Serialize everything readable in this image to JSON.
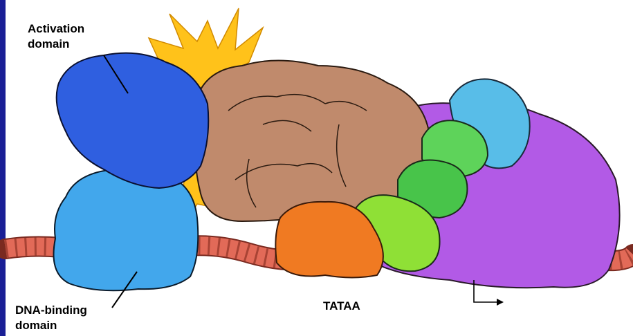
{
  "labels": {
    "activation_line1": "Activation",
    "activation_line2": "domain",
    "dna_binding_line1": "DNA-binding",
    "dna_binding_line2": "domain",
    "tataa": "TATAA"
  },
  "colors": {
    "frame": "#1a1f96",
    "activation_domain": "#2f5fe0",
    "dna_binding_domain": "#42a7ec",
    "mediator": "#c08a6c",
    "burst": "#ffc21a",
    "dna": "#e26a58",
    "tbp": "#f07a22",
    "green_factors": "#5ed35a",
    "cyan_factor": "#58bde8",
    "polymerase": "#b25ae6"
  }
}
